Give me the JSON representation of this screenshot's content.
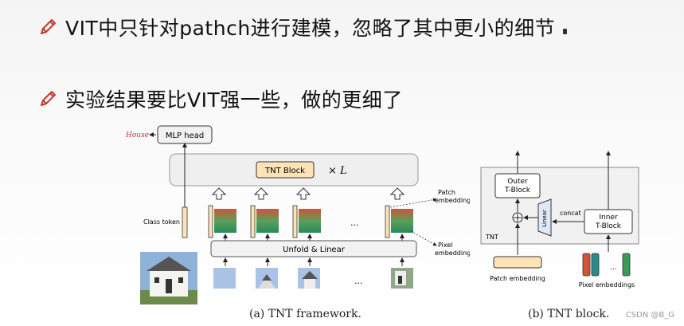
{
  "bullets": [
    {
      "text": "VIT中只针对pathch进行建模，忽略了其中更小的细节",
      "icon": "pencil-icon"
    },
    {
      "text": "实验结果要比VIT强一些，做的更细了",
      "icon": "pencil-icon"
    }
  ],
  "framework": {
    "house_label": "House",
    "mlp_head": "MLP head",
    "tnt_block": "TNT Block",
    "times_L": "× L",
    "class_token": "Class token",
    "unfold": "Unfold & Linear",
    "ellipsis": "...",
    "patch_embedding": "Patch\nembedding",
    "pixel_embeddings": "Pixel\nembeddings",
    "caption": "(a) TNT framework."
  },
  "block": {
    "outer": "Outer\nT-Block",
    "inner": "Inner\nT-Block",
    "linear": "Linear",
    "concat": "concat",
    "tnt": "TNT",
    "patch_embedding": "Patch embedding",
    "pixel_embeddings": "Pixel embeddings",
    "ellipsis": "...",
    "caption": "(b) TNT block."
  },
  "watermark": "CSDN @B_G",
  "colors": {
    "accent_red": "#c0392b",
    "pencil_red": "#c23a2b",
    "patch_fill": "#fde3b5",
    "tnt_fill": "#fde3b5"
  }
}
